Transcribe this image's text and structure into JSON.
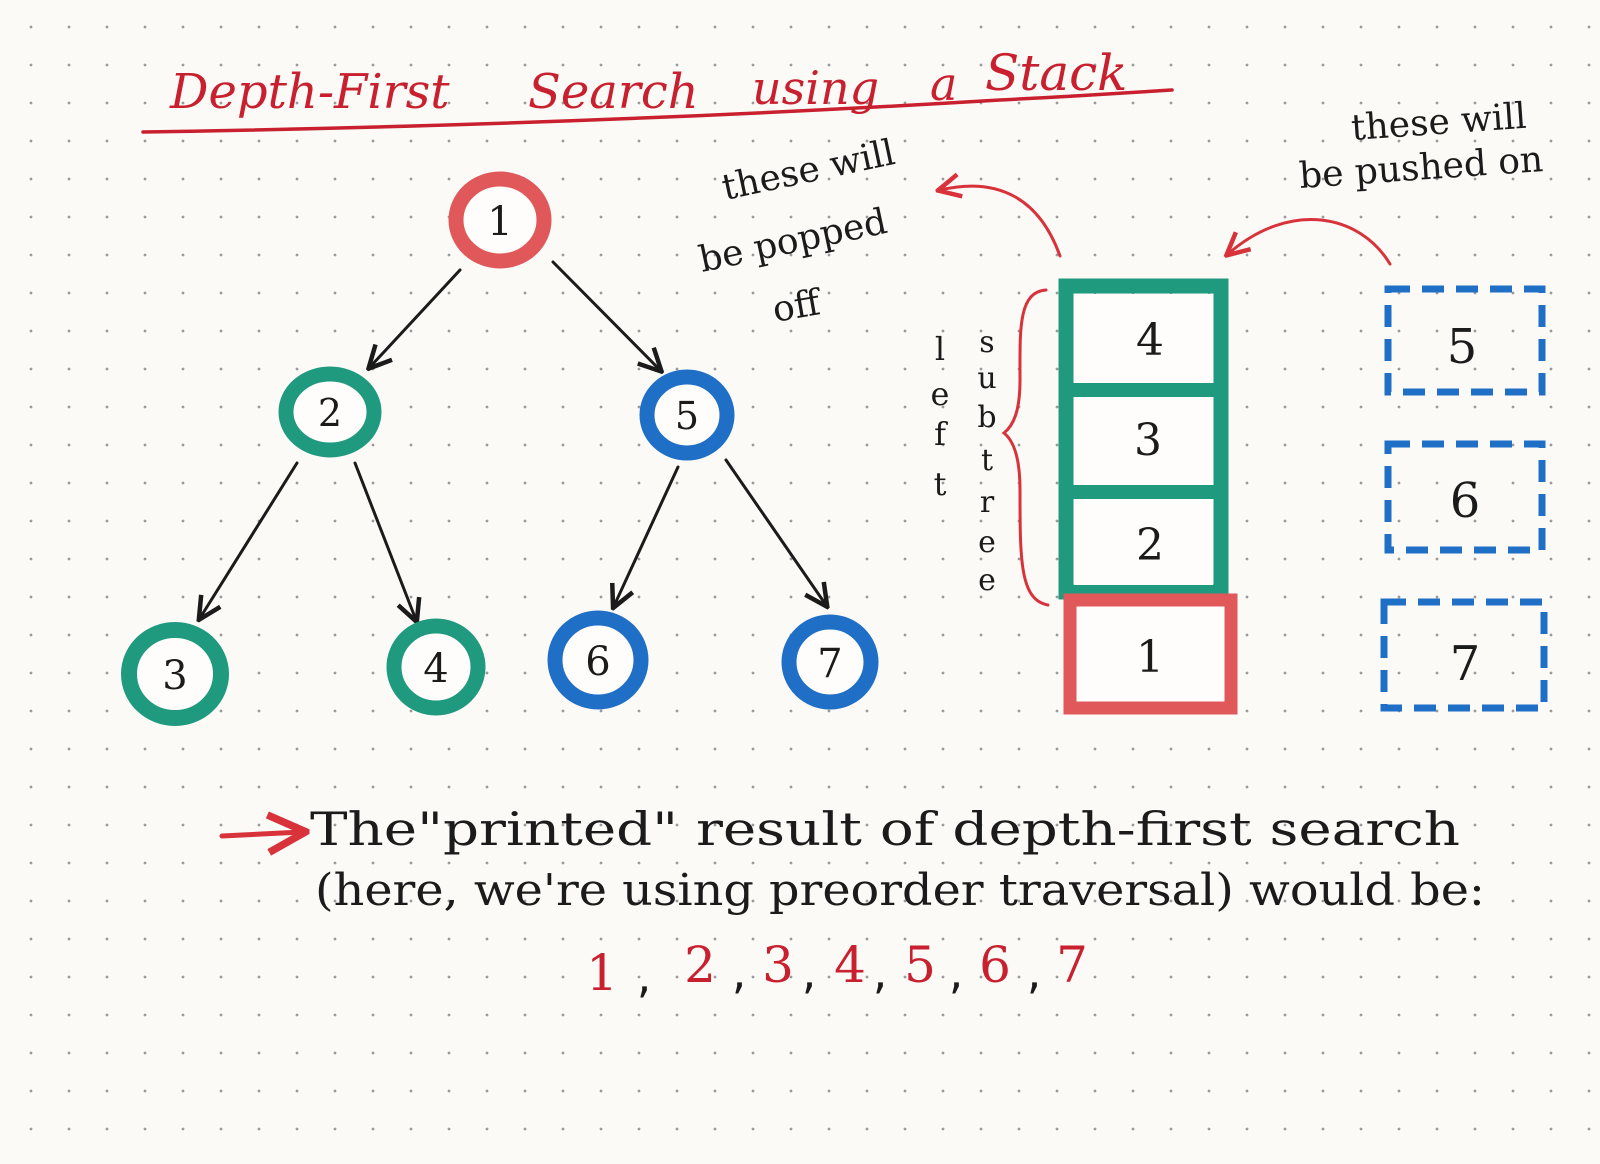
{
  "title": {
    "words": [
      "Depth-First",
      "Search",
      "using",
      "a",
      "Stack"
    ]
  },
  "colors": {
    "red": "#e0585a",
    "title_red": "#c8202e",
    "green": "#1f9a7e",
    "blue": "#1f6fc6",
    "ink": "#1b1b1b"
  },
  "tree": {
    "nodes": [
      {
        "label": "1",
        "group": "root"
      },
      {
        "label": "2",
        "group": "left"
      },
      {
        "label": "5",
        "group": "right"
      },
      {
        "label": "3",
        "group": "left"
      },
      {
        "label": "4",
        "group": "left"
      },
      {
        "label": "6",
        "group": "right"
      },
      {
        "label": "7",
        "group": "right"
      }
    ],
    "edges": [
      [
        "1",
        "2"
      ],
      [
        "1",
        "5"
      ],
      [
        "2",
        "3"
      ],
      [
        "2",
        "4"
      ],
      [
        "5",
        "6"
      ],
      [
        "5",
        "7"
      ]
    ]
  },
  "stack": {
    "items": [
      "4",
      "3",
      "2",
      "1"
    ],
    "bracket_label_left": [
      "l",
      "e",
      "f",
      "t"
    ],
    "bracket_label_right": [
      "s",
      "u",
      "b",
      "t",
      "r",
      "e",
      "e"
    ]
  },
  "pending": {
    "items": [
      "5",
      "6",
      "7"
    ]
  },
  "annotations": {
    "popped": [
      "these will",
      "be popped",
      "off"
    ],
    "pushed": [
      "these will",
      "be pushed on"
    ]
  },
  "result": {
    "line1": "The\"printed\" result of depth-first search",
    "line2": "(here, we're using preorder traversal) would be:",
    "sequence": [
      "1",
      "2",
      "3",
      "4",
      "5",
      "6",
      "7"
    ]
  }
}
